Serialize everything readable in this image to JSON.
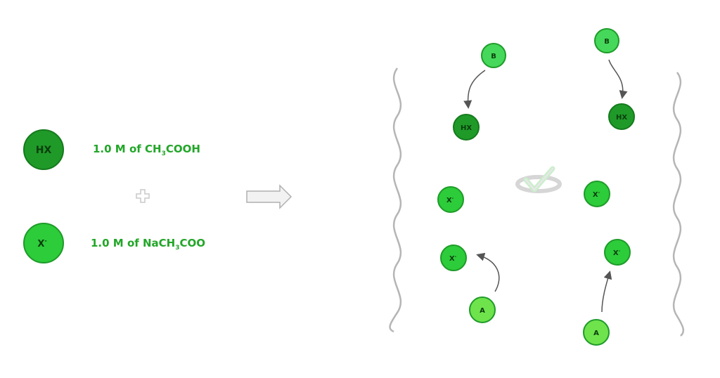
{
  "colors": {
    "hx_fill": "#1f9a28",
    "x_fill": "#2dcc3a",
    "b_fill": "#45d85a",
    "a_fill": "#6fe34c",
    "stroke": "#157a1d",
    "label_text": "#22a628",
    "arrow": "#555555",
    "bracket": "#b5b5b5",
    "plus": "#c8c8c8"
  },
  "legend": {
    "hx": {
      "symbol": "HX",
      "label_prefix": "1.0 M of CH",
      "label_sub": "3",
      "label_suffix": "COOH"
    },
    "x": {
      "symbol": "X",
      "charge": "-",
      "label_prefix": "1.0 M of NaCH",
      "label_sub": "3",
      "label_suffix": "COO"
    }
  },
  "solution": {
    "base_symbol": "B",
    "acid_symbol": "A",
    "acid_molecule": "HX",
    "conjugate_base": "X",
    "charge": "-"
  },
  "icons": {
    "plus": "plus-icon",
    "arrow": "right-arrow-icon",
    "check": "check-mark-icon"
  }
}
